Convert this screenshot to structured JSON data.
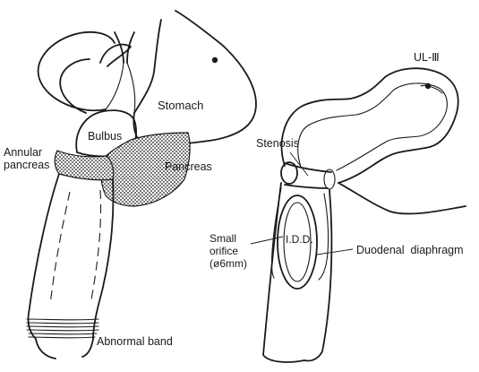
{
  "labels": {
    "stomach": "Stomach",
    "bulbus": "Bulbus",
    "annular_pancreas_line1": "Annular",
    "annular_pancreas_line2": "pancreas",
    "pancreas": "Pancreas",
    "abnormal_band": "Abnormal band",
    "ul_iii": "UL-Ⅲ",
    "stenosis": "Stenosis",
    "idd": "I.D.D.",
    "small_orifice_line1": "Small",
    "small_orifice_line2": "orifice",
    "small_orifice_line3": "(ø6mm)",
    "duodenal_diaphragm": "Duodenal  diaphragm"
  },
  "colors": {
    "ink": "#1a1a1a",
    "background": "#ffffff"
  }
}
